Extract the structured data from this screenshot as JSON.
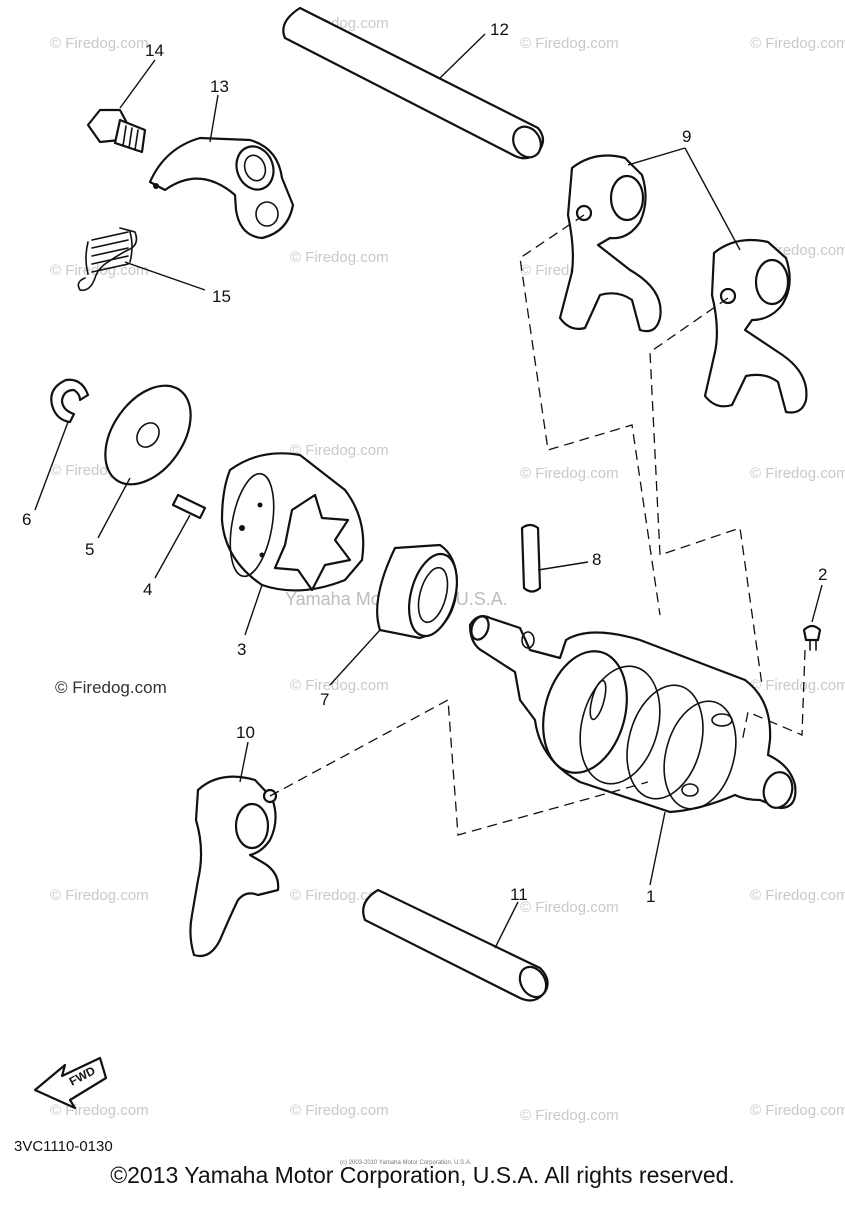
{
  "diagram": {
    "watermark_text": "© Firedog.com",
    "center_watermark": "Yamaha Motor Corp, U.S.A.",
    "part_numbers": [
      "1",
      "2",
      "3",
      "4",
      "5",
      "6",
      "7",
      "8",
      "9",
      "10",
      "11",
      "12",
      "13",
      "14",
      "15"
    ],
    "fwd_label": "FWD",
    "diagram_code": "3VC1110-0130",
    "tiny_copyright": "(c) 2003-2010 Yamaha Motor Corporation, U.S.A.",
    "copyright": "©2013 Yamaha Motor Corporation, U.S.A. All rights reserved."
  }
}
